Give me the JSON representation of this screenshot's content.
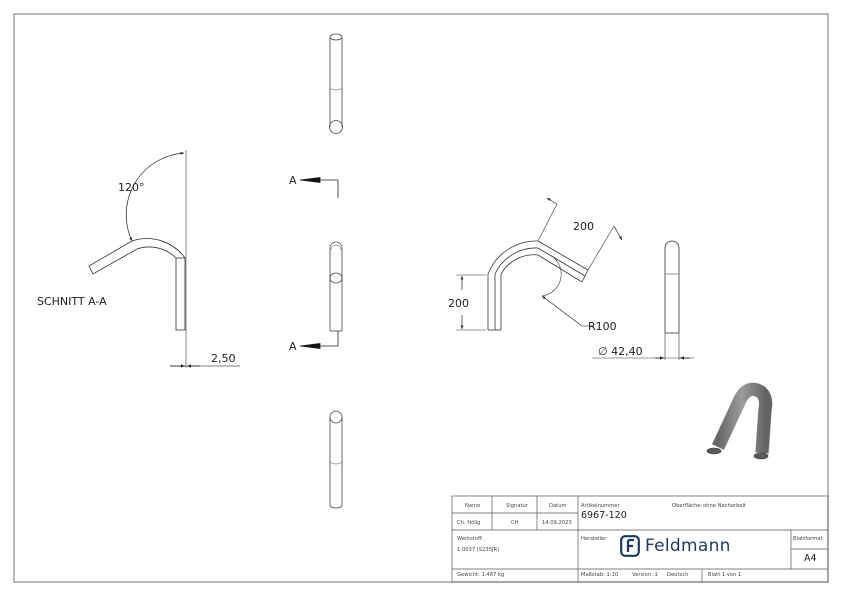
{
  "drawing": {
    "section_label": "SCHNITT A-A",
    "section_marker_top": "A",
    "section_marker_bottom": "A",
    "angle_dim": "120°",
    "wall_thickness_dim": "2,50",
    "length_dim_horizontal": "200",
    "length_dim_angled": "200",
    "radius_dim": "R100",
    "diameter_dim": "∅ 42,40"
  },
  "title_block": {
    "name_header": "Name",
    "signature_header": "Signatur",
    "date_header": "Datum",
    "name_value": "Ch. Hölig",
    "signature_value": "CH",
    "date_value": "14.09.2023",
    "article_label": "Artikelnummer",
    "article_value": "6967-120",
    "surface_label": "Oberfläche:",
    "surface_value": "ohne Nacharbeit",
    "material_label": "Werkstoff:",
    "material_value": "1.0037 (S235JR)",
    "manufacturer_label": "Hersteller",
    "brand": "Feldmann",
    "sheet_format_label": "Blattformat",
    "sheet_format_value": "A4",
    "weight": "Gewicht: 1.467 kg",
    "scale": "Maßstab: 1:10",
    "version": "Version: 1",
    "language": "Deutsch",
    "sheet": "Blatt 1 von 1"
  },
  "colors": {
    "line": "#333333",
    "frame": "#888888",
    "brand": "#1d3a5c",
    "render_shade": "#8a8a8a"
  }
}
